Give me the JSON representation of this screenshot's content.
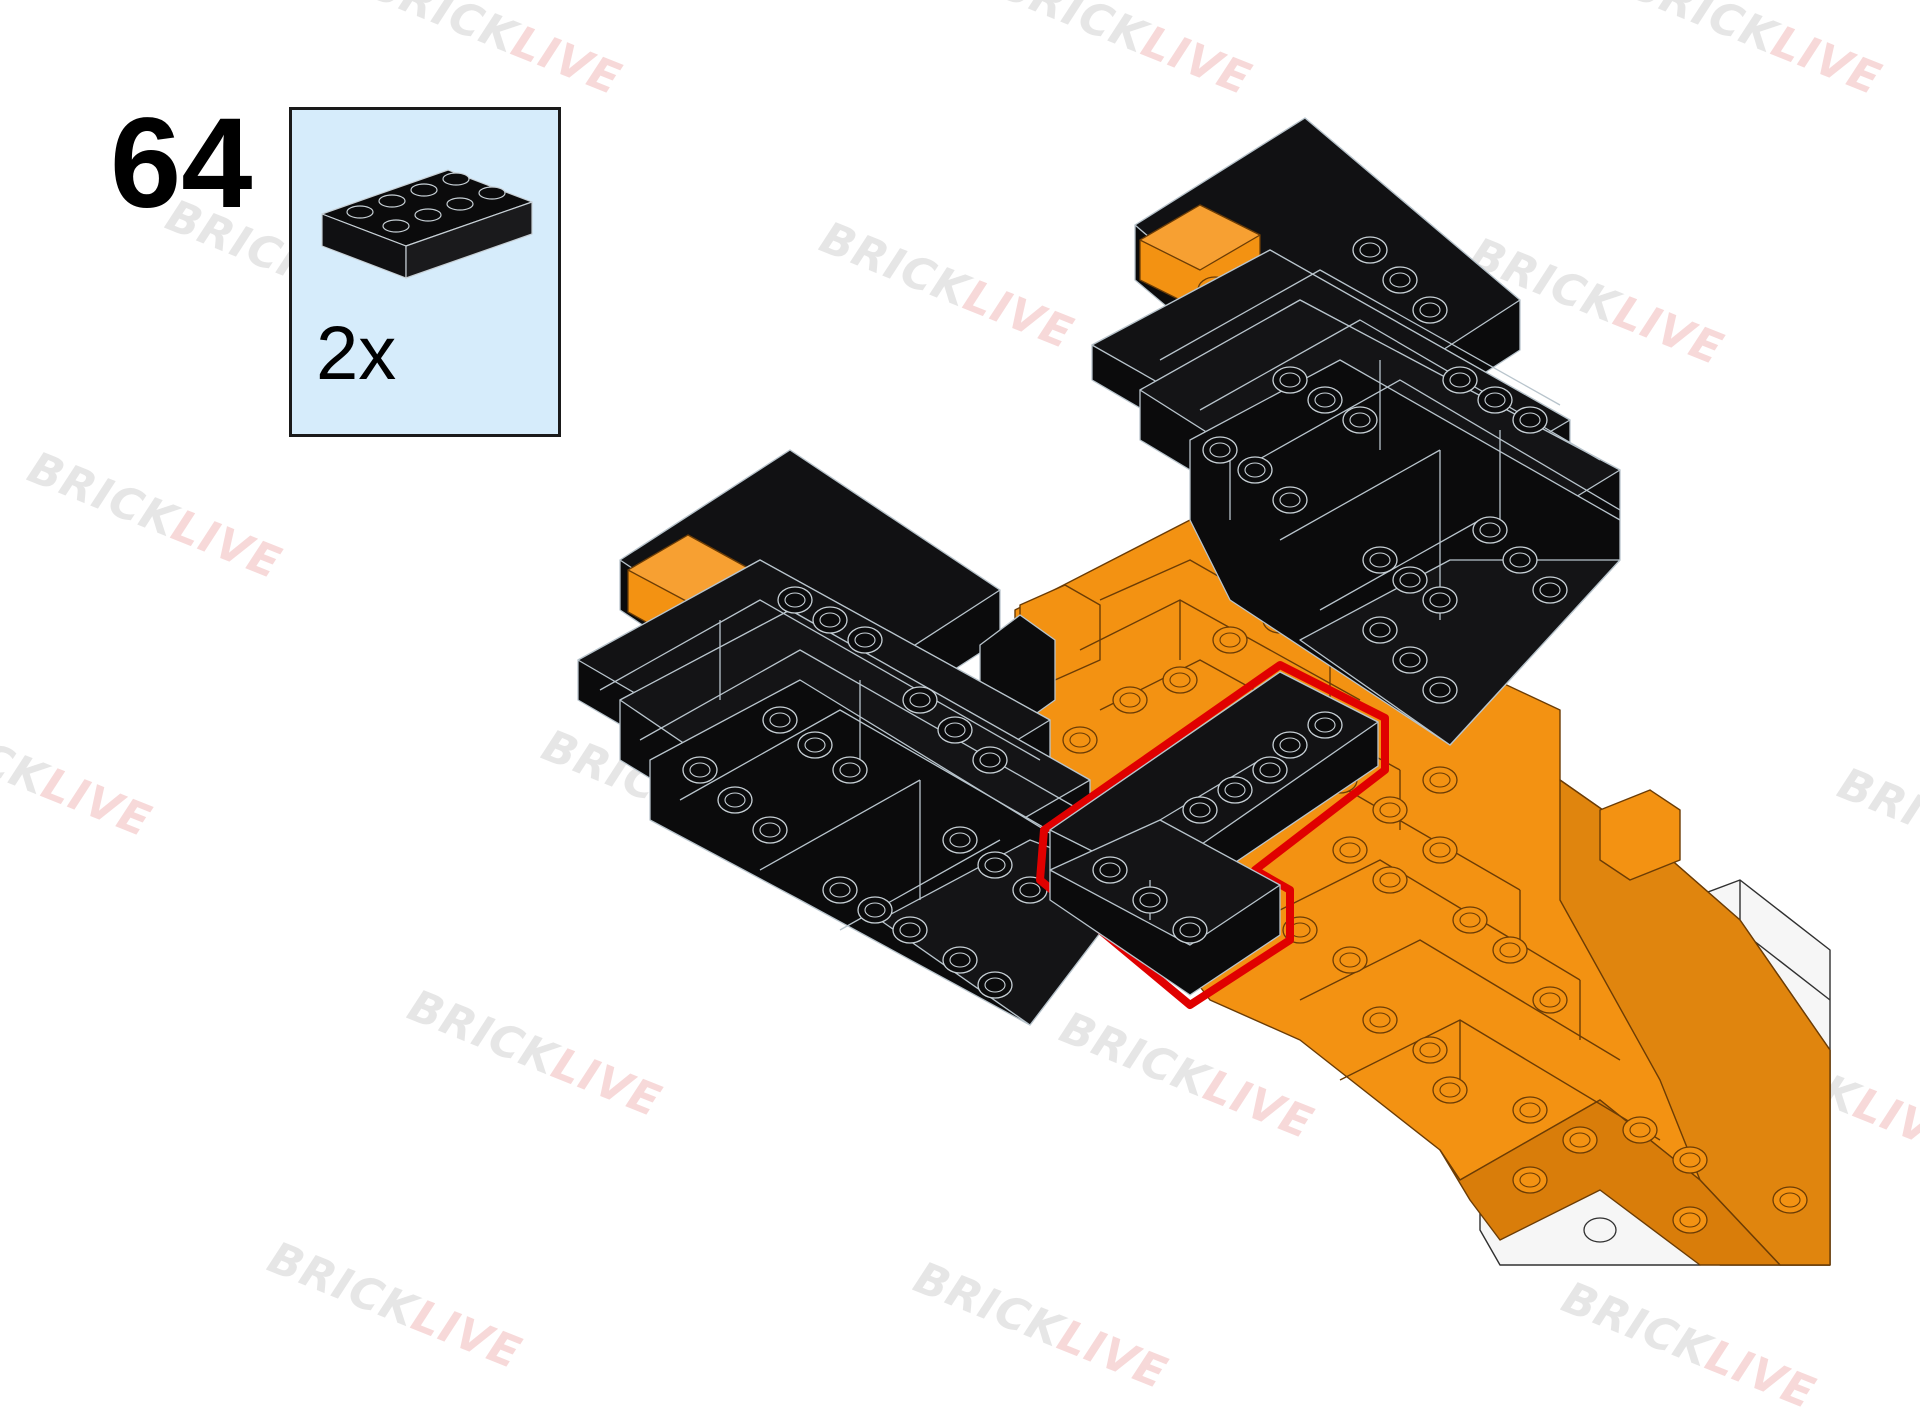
{
  "step": {
    "number": "64"
  },
  "parts_callout": {
    "quantity": "2x",
    "part": {
      "name": "brick 2x4",
      "color": "#0b0b0c"
    },
    "background": "#d6ecfb"
  },
  "watermark": {
    "left": "BRICK",
    "right": "LIVE"
  },
  "palette": {
    "black_brick": "#0b0b0c",
    "orange_brick": "#f39212",
    "white_brick": "#f6f6f6",
    "highlight_outline": "#e00000",
    "edge_lines": "#b8c4cc"
  }
}
